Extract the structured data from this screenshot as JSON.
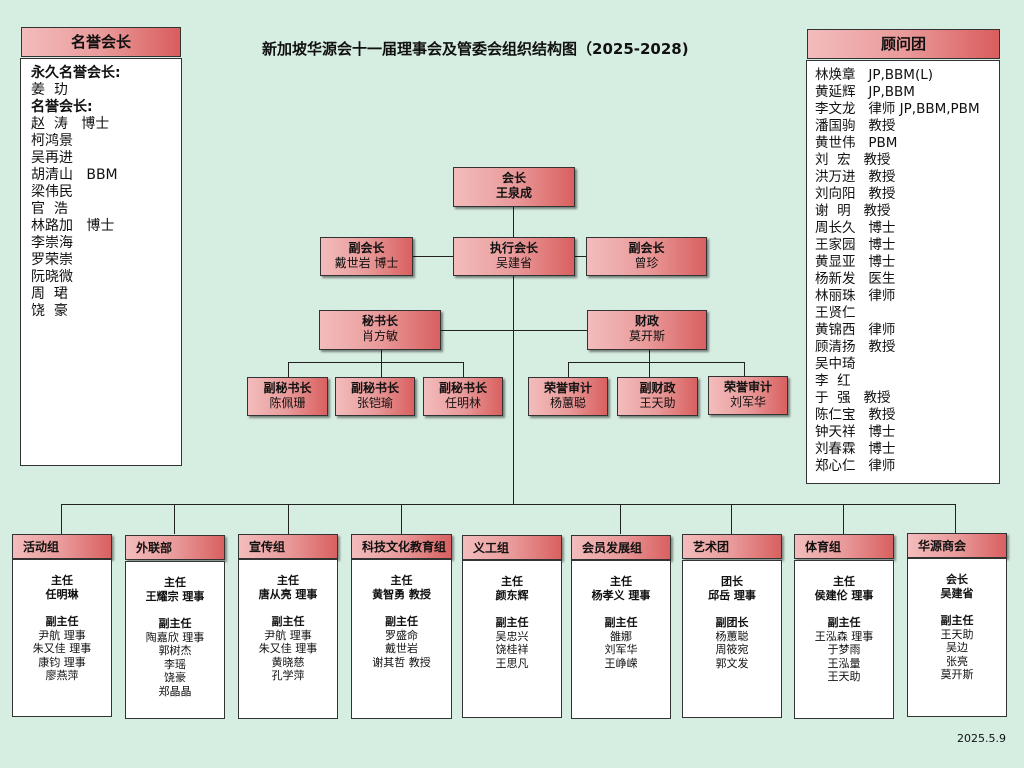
{
  "title": "新加坡华源会十一届理事会及管委会组织结构图（2025-2028)",
  "date": "2025.5.9",
  "honorary": {
    "header": "名誉会长",
    "perm_label": "永久名誉会长:",
    "perm_members": [
      "姜  玏"
    ],
    "hon_label": "名誉会长:",
    "hon_members": [
      "赵  涛   博士",
      "柯鸿景",
      "吴再进",
      "胡清山   BBM",
      "梁伟民",
      "官  浩",
      "林路加   博士",
      "李崇海",
      "罗荣崇",
      "阮晓微",
      "周  珺",
      "饶  豪"
    ]
  },
  "advisors": {
    "header": "顾问团",
    "members": [
      "林焕章   JP,BBM(L)",
      "黄延辉   JP,BBM",
      "李文龙   律师 JP,BBM,PBM",
      "潘国驹   教授",
      "黄世伟   PBM",
      "刘  宏   教授",
      "洪万进   教授",
      "刘向阳   教授",
      "谢  明   教授",
      "周长久   博士",
      "王家园   博士",
      "黄显亚   博士",
      "杨新发   医生",
      "林丽珠   律师",
      "王贤仁",
      "黄锦西   律师",
      "顾清扬   教授",
      "吴中琦",
      "李  红",
      "于  强   教授",
      "陈仁宝   教授",
      "钟天祥   博士",
      "刘春霖   博士",
      "郑心仁   律师"
    ]
  },
  "leaders": {
    "president": {
      "title": "会长",
      "name": "王泉成"
    },
    "exec_vp": {
      "title": "执行会长",
      "name": "吴建省"
    },
    "vp_left": {
      "title": "副会长",
      "name": "戴世岩 博士"
    },
    "vp_right": {
      "title": "副会长",
      "name": "曾珍"
    },
    "secretary": {
      "title": "秘书长",
      "name": "肖方敏"
    },
    "treasurer": {
      "title": "财政",
      "name": "莫开斯"
    },
    "dep_sec1": {
      "title": "副秘书长",
      "name": "陈佩珊"
    },
    "dep_sec2": {
      "title": "副秘书长",
      "name": "张铠瑜"
    },
    "dep_sec3": {
      "title": "副秘书长",
      "name": "任明林"
    },
    "auditor1": {
      "title": "荣誉审计",
      "name": "杨蕙聪"
    },
    "dep_treasurer": {
      "title": "副财政",
      "name": "王天助"
    },
    "auditor2": {
      "title": "荣誉审计",
      "name": "刘军华"
    }
  },
  "groups": [
    {
      "name": "活动组",
      "lines": [
        "主任",
        "任明琳",
        "",
        "副主任",
        "尹航 理事",
        "朱又佳 理事",
        "康钧 理事",
        "廖燕萍"
      ]
    },
    {
      "name": "外联部",
      "lines": [
        "主任",
        "王耀宗 理事",
        "",
        "副主任",
        "陶嘉欣 理事",
        "郭树杰",
        "李瑶",
        "饶豪",
        "郑晶晶"
      ]
    },
    {
      "name": "宣传组",
      "lines": [
        "主任",
        "唐从亮 理事",
        "",
        "副主任",
        "尹航 理事",
        "朱又佳 理事",
        "黄晓慈",
        "孔学萍"
      ]
    },
    {
      "name": "科技文化教育组",
      "lines": [
        "主任",
        "黄智勇 教授",
        "",
        "副主任",
        "罗盛命",
        "戴世岩",
        "谢其哲 教授"
      ]
    },
    {
      "name": "义工组",
      "lines": [
        "主任",
        "颜东辉",
        "",
        "副主任",
        "吴忠兴",
        "饶桂祥",
        "王思凡"
      ]
    },
    {
      "name": "会员发展组",
      "lines": [
        "主任",
        "杨孝义 理事",
        "",
        "副主任",
        "雒娜",
        "刘军华",
        "王峥嵘"
      ]
    },
    {
      "name": "艺术团",
      "lines": [
        "团长",
        "邱岳 理事",
        "",
        "副团长",
        "杨蕙聪",
        "周筱宛",
        "郭文发"
      ]
    },
    {
      "name": "体育组",
      "lines": [
        "主任",
        "侯建伦 理事",
        "",
        "副主任",
        "王泓森 理事",
        "于梦雨",
        "王泓量",
        "王天助"
      ]
    },
    {
      "name": "华源商会",
      "lines": [
        "会长",
        "吴建省",
        "",
        "副主任",
        "王天助",
        "吴边",
        "张亮",
        "莫开斯"
      ]
    }
  ]
}
